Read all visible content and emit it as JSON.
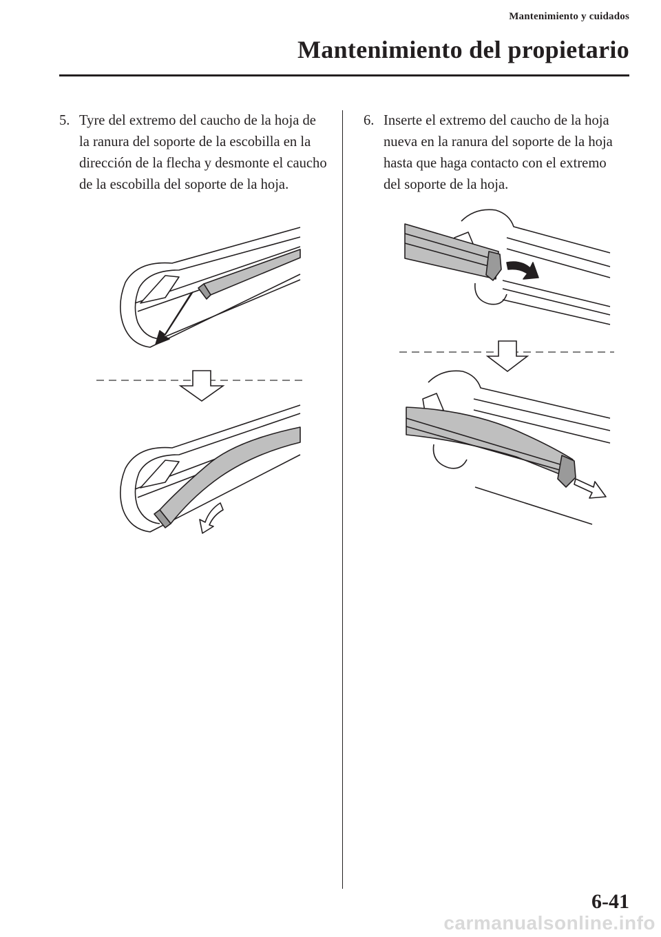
{
  "header": {
    "section": "Mantenimiento y cuidados",
    "title": "Mantenimiento del propietario"
  },
  "steps": [
    {
      "number": "5.",
      "text": "Tyre del extremo del caucho de la hoja de la ranura del soporte de la escobilla en la dirección de la flecha y desmonte el caucho de la escobilla del soporte de la hoja."
    },
    {
      "number": "6.",
      "text": "Inserte el extremo del caucho de la hoja nueva en la ranura del soporte de la hoja hasta que haga contacto con el extremo del soporte de la hoja."
    }
  ],
  "page_number": "6-41",
  "watermark": "carmanualsonline.info",
  "colors": {
    "ink": "#231f20",
    "rubber_fill": "#bfbfbf",
    "dashed_line": "#555555"
  }
}
